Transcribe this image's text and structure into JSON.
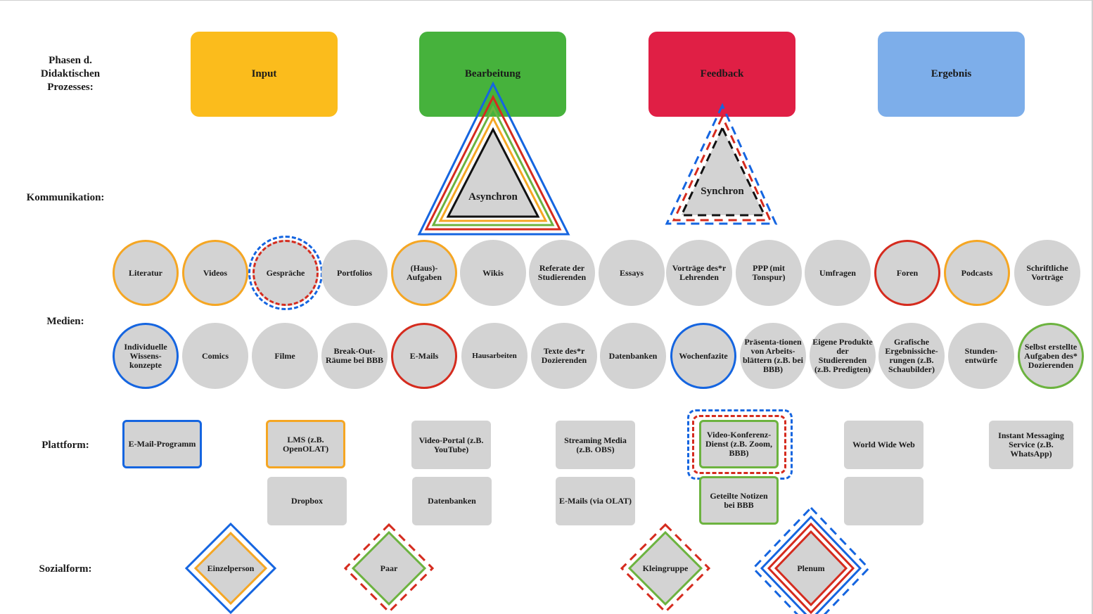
{
  "labels": {
    "phases": "Phasen d. Didaktischen Prozesses:",
    "communication": "Kommunikation:",
    "media": "Medien:",
    "platform": "Plattform:",
    "social": "Sozialform:"
  },
  "colors": {
    "input": "#fbbc1c",
    "processing": "#46b23c",
    "feedback": "#e01f45",
    "result": "#7daeea",
    "blue": "#1565e0",
    "red": "#d52b1e",
    "green": "#6cb33f",
    "orange": "#f5a623",
    "gray": "#d3d3d3"
  },
  "phases": [
    {
      "label": "Input"
    },
    {
      "label": "Bearbeitung"
    },
    {
      "label": "Feedback"
    },
    {
      "label": "Ergebnis"
    }
  ],
  "communication": [
    {
      "label": "Asynchron"
    },
    {
      "label": "Synchron"
    }
  ],
  "media_row1": [
    "Literatur",
    "Videos",
    "Gespräche",
    "Portfolios",
    "(Haus)-Aufgaben",
    "Wikis",
    "Referate der Studierenden",
    "Essays",
    "Vorträge des*r Lehrenden",
    "PPP (mit Tonspur)",
    "Umfragen",
    "Foren",
    "Podcasts",
    "Schriftliche Vorträge"
  ],
  "media_row2": [
    "Individuelle Wissens-konzepte",
    "Comics",
    "Filme",
    "Break-Out-Räume bei BBB",
    "E-Mails",
    "Hausarbeiten",
    "Texte des*r Dozierenden",
    "Datenbanken",
    "Wochenfazite",
    "Präsenta-tionen von Arbeits-blättern (z.B. bei BBB)",
    "Eigene Produkte der Studierenden (z.B. Predigten)",
    "Grafische Ergebnissiche-rungen (z.B. Schaubilder)",
    "Stunden-entwürfe",
    "Selbst erstellte Aufgaben des* Dozierenden"
  ],
  "platforms_row1": [
    "E-Mail-Programm",
    "LMS (z.B. OpenOLAT)",
    "Video-Portal (z.B. YouTube)",
    "Streaming Media (z.B. OBS)",
    "Video-Konferenz-Dienst (z.B. Zoom, BBB)",
    "World Wide Web",
    "Instant Messaging Service (z.B. WhatsApp)"
  ],
  "platforms_row2": [
    "Dropbox",
    "Datenbanken",
    "E-Mails (via OLAT)",
    "Geteilte Notizen bei BBB",
    ""
  ],
  "social": [
    "Einzelperson",
    "Paar",
    "Kleingruppe",
    "Plenum"
  ]
}
